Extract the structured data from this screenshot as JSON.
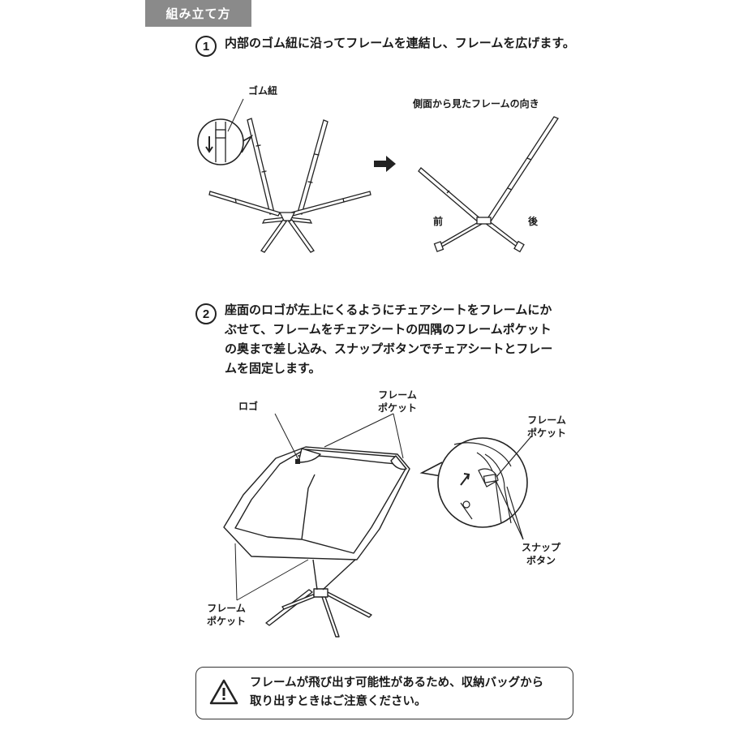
{
  "header": {
    "title": "組み立て方"
  },
  "step1": {
    "number": "1",
    "text": "内部のゴム紐に沿ってフレームを連結し、フレームを広げます。",
    "labels": {
      "cord": "ゴム紐",
      "side_view": "側面から見たフレームの向き",
      "front": "前",
      "back": "後"
    }
  },
  "step2": {
    "number": "2",
    "text": "座面のロゴが左上にくるようにチェアシートをフレームにか\nぶせて、フレームをチェアシートの四隅のフレームポケット\nの奥まで差し込み、スナップボタンでチェアシートとフレー\nムを固定します。",
    "labels": {
      "logo": "ロゴ",
      "frame_pocket_top": "フレーム\nポケット",
      "frame_pocket_bottom": "フレーム\nポケット",
      "frame_pocket_detail": "フレーム\nポケット",
      "snap_button": "スナップ\nボタン"
    }
  },
  "warning": {
    "icon": "warning-triangle-icon",
    "text": "フレームが飛び出す可能性があるため、収納バッグから\n取り出すときはご注意ください。"
  },
  "colors": {
    "header_bg": "#8a8a8a",
    "line": "#222222"
  }
}
